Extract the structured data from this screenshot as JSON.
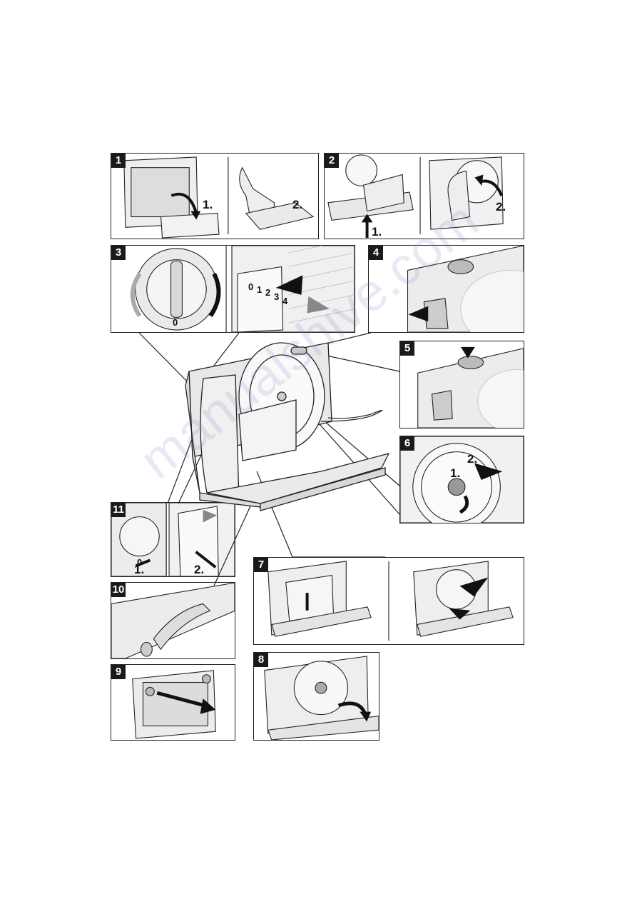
{
  "panels": {
    "p1": {
      "number": "1",
      "labels": [
        "1.",
        "2."
      ]
    },
    "p2": {
      "number": "2",
      "labels": [
        "1.",
        "2."
      ]
    },
    "p3": {
      "number": "3",
      "dial_zero": "0",
      "scale": [
        "0",
        "1",
        "2",
        "3",
        "4"
      ]
    },
    "p4": {
      "number": "4"
    },
    "p5": {
      "number": "5"
    },
    "p6": {
      "number": "6",
      "labels": [
        "1.",
        "2."
      ]
    },
    "p7": {
      "number": "7"
    },
    "p8": {
      "number": "8"
    },
    "p9": {
      "number": "9"
    },
    "p10": {
      "number": "10"
    },
    "p11": {
      "number": "11",
      "dial_zero": "0",
      "labels": [
        "1.",
        "2."
      ]
    }
  },
  "watermark": "manualshive.com"
}
